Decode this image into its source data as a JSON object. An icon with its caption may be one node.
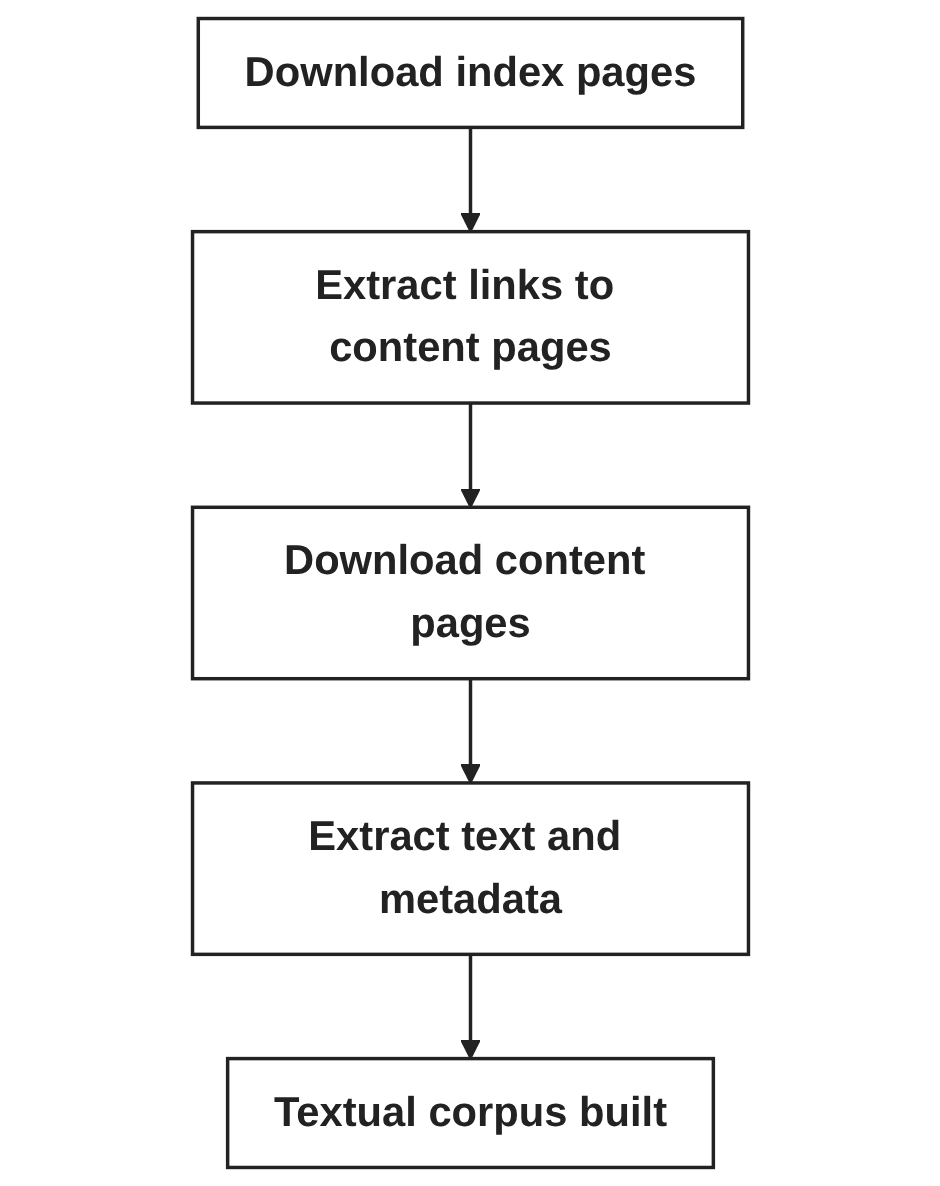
{
  "diagram": {
    "nodes": [
      {
        "text": [
          "Download index pages"
        ]
      },
      {
        "text": [
          "Extract links to content pages"
        ]
      },
      {
        "text": [
          "Download content pages"
        ]
      },
      {
        "text": [
          "Extract text and metadata"
        ]
      },
      {
        "text": [
          "Textual corpus built"
        ]
      }
    ],
    "edges": [
      {
        "from": 0,
        "to": 1,
        "arrow": "to"
      },
      {
        "from": 1,
        "to": 2,
        "arrow": "to"
      },
      {
        "from": 2,
        "to": 3,
        "arrow": "to"
      },
      {
        "from": 3,
        "to": 4,
        "arrow": "to"
      }
    ]
  }
}
